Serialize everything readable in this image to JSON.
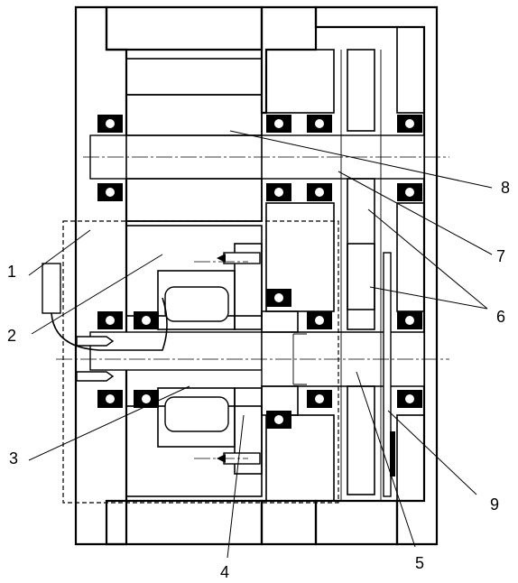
{
  "callouts": [
    {
      "label": "1"
    },
    {
      "label": "2"
    },
    {
      "label": "3"
    },
    {
      "label": "4"
    },
    {
      "label": "5"
    },
    {
      "label": "6"
    },
    {
      "label": "7"
    },
    {
      "label": "8"
    },
    {
      "label": "9"
    }
  ]
}
